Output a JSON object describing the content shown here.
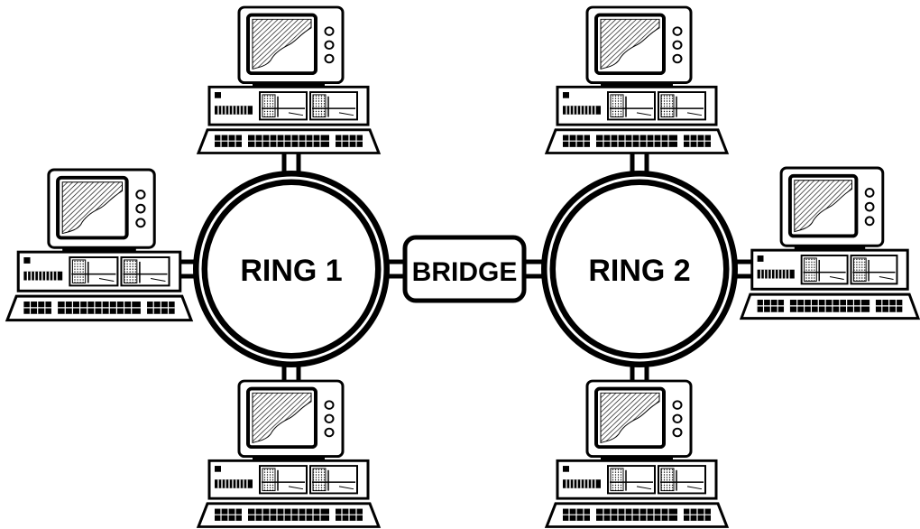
{
  "labels": {
    "ring1": "RING 1",
    "ring2": "RING 2",
    "bridge": "BRIDGE"
  },
  "colors": {
    "ink": "#000000",
    "paper": "#ffffff",
    "screen": "#d0d0d0"
  }
}
